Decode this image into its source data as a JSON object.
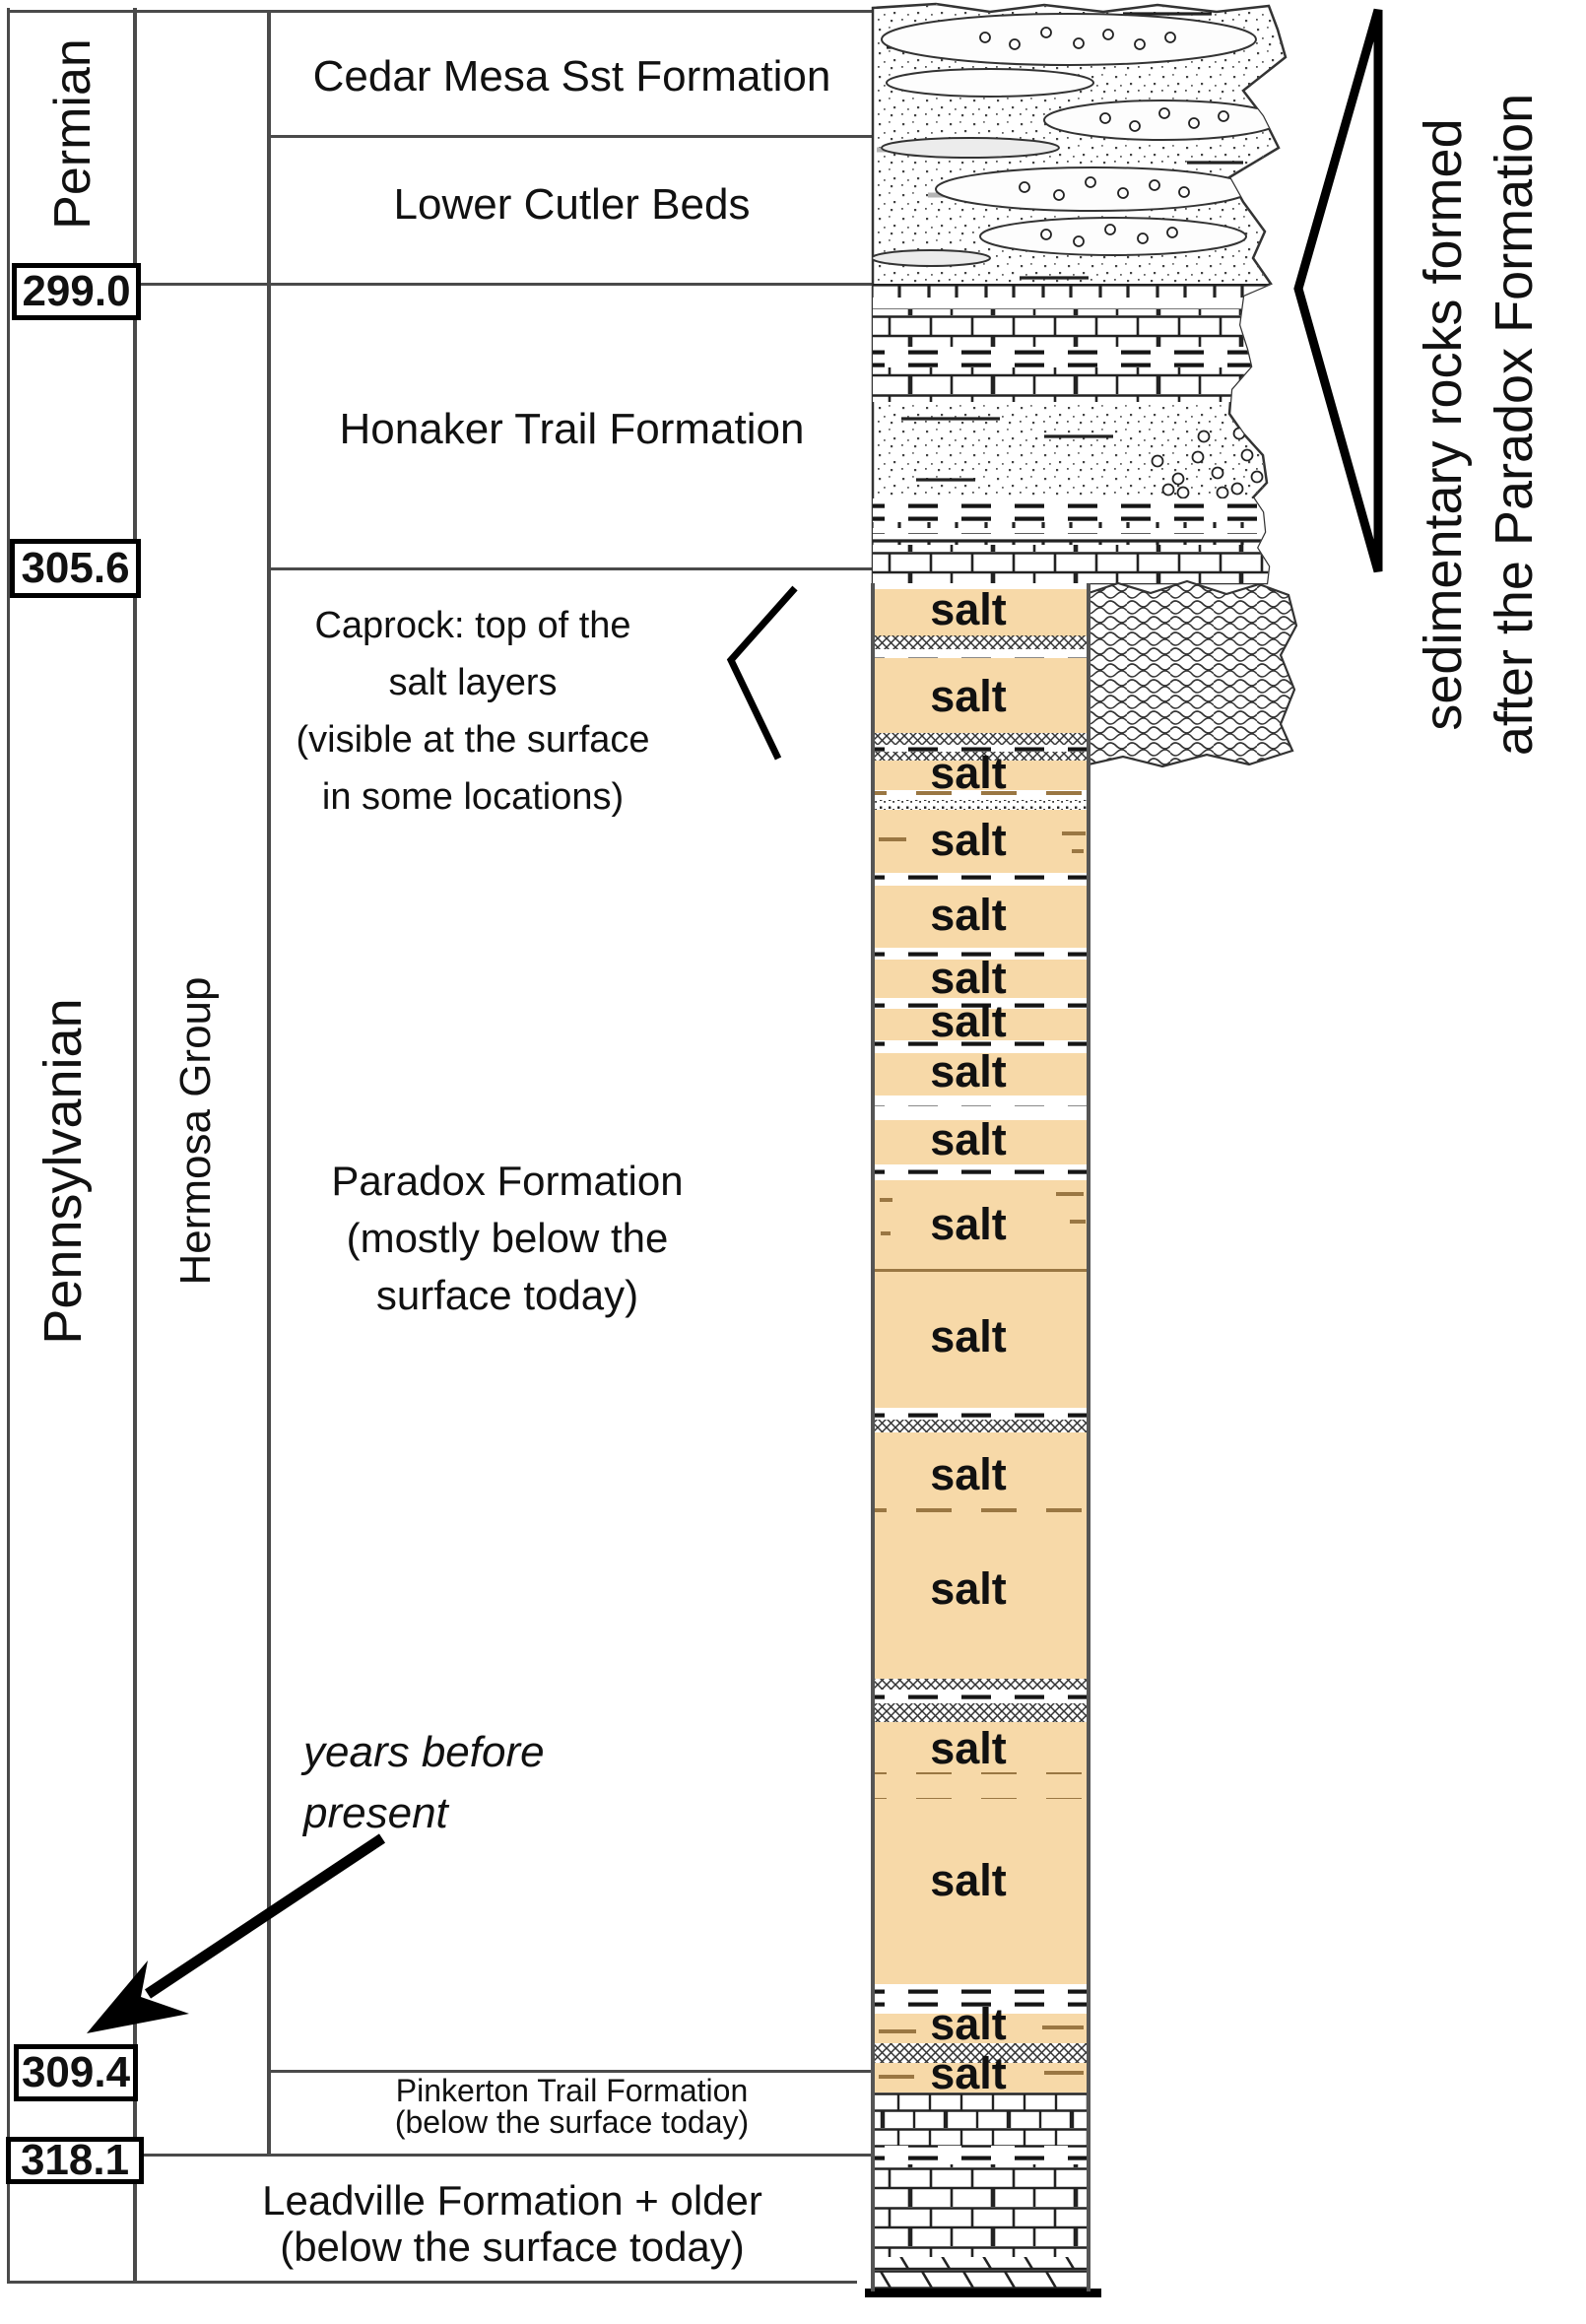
{
  "periods": {
    "permian": "Permian",
    "pennsylvanian": "Pennsylvanian"
  },
  "group": {
    "hermosa": "Hermosa Group"
  },
  "ages": {
    "boundary_299": "299.0",
    "boundary_305": "305.6",
    "boundary_309": "309.4",
    "boundary_318": "318.1"
  },
  "formations": {
    "cedar_mesa": "Cedar Mesa Sst Formation",
    "lower_cutler": "Lower Cutler Beds",
    "honaker": "Honaker Trail Formation",
    "caprock_line1": "Caprock: top of the",
    "caprock_line2": "salt layers",
    "caprock_line3": "(visible at the surface",
    "caprock_line4": "in some locations)",
    "paradox_line1": "Paradox Formation",
    "paradox_line2": "(mostly below the",
    "paradox_line3": "surface today)",
    "pinkerton_line1": "Pinkerton Trail Formation",
    "pinkerton_line2": "(below the surface today)",
    "leadville_line1": "Leadville Formation + older",
    "leadville_line2": "(below the surface today)"
  },
  "annotations": {
    "years_line1": "years before",
    "years_line2": "present",
    "right_label_line1": "sedimentary rocks formed",
    "right_label_line2": "after the Paradox Formation"
  },
  "column": {
    "salt_layers": [
      {
        "label": "salt"
      },
      {
        "label": "salt"
      },
      {
        "label": "salt"
      },
      {
        "label": "salt"
      },
      {
        "label": "salt"
      },
      {
        "label": "salt"
      },
      {
        "label": "salt"
      },
      {
        "label": "salt"
      },
      {
        "label": "salt"
      },
      {
        "label": "salt"
      },
      {
        "label": "salt"
      },
      {
        "label": "salt"
      },
      {
        "label": "salt"
      },
      {
        "label": "salt"
      },
      {
        "label": "salt"
      },
      {
        "label": "salt"
      },
      {
        "label": "salt"
      }
    ]
  },
  "colors": {
    "salt": "#F7D9A8",
    "line": "#4a4a4a"
  }
}
